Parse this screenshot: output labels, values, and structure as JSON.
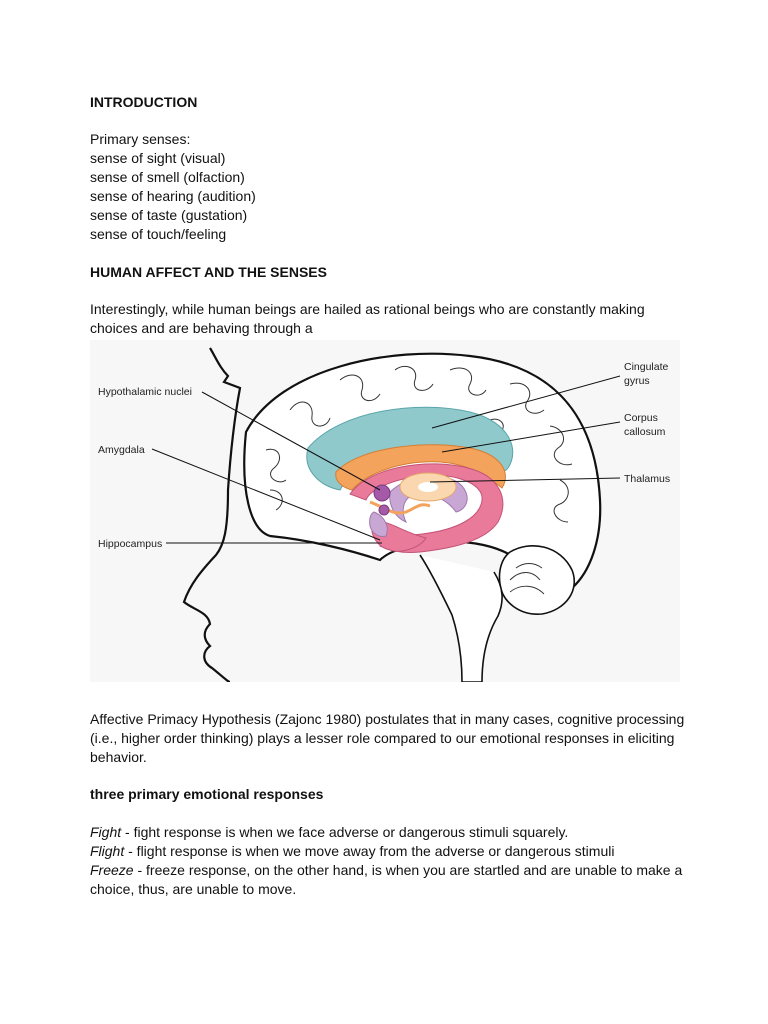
{
  "intro": {
    "heading": "INTRODUCTION",
    "senses_title": "Primary senses:",
    "senses": [
      "sense of sight (visual)",
      "sense of smell (olfaction)",
      "sense of hearing (audition)",
      "sense of taste (gustation)",
      "sense of touch/feeling"
    ]
  },
  "affect": {
    "heading": "HUMAN AFFECT AND THE SENSES",
    "para_lines": [
      "Interestingly, while human beings are hailed as rational beings who are constantly making",
      "choices and are behaving through a"
    ]
  },
  "figure": {
    "labels": {
      "hypothalamic": "Hypothalamic nuclei",
      "amygdala": "Amygdala",
      "hippocampus": "Hippocampus",
      "cingulate_1": "Cingulate",
      "cingulate_2": "gyrus",
      "corpus_1": "Corpus",
      "corpus_2": "callosum",
      "thalamus": "Thalamus"
    },
    "colors": {
      "cingulate": "#8fc9cc",
      "corpus": "#f3a35b",
      "limbic": "#e97a9a",
      "fornix": "#c9a7d4",
      "thalamus": "#fbd7b0",
      "amygdala": "#a55aa8"
    }
  },
  "hypothesis": {
    "lines": [
      "Affective Primacy Hypothesis (Zajonc 1980) postulates that in many cases, cognitive processing",
      "(i.e., higher order thinking) plays a lesser role compared to our emotional responses in eliciting",
      "behavior."
    ]
  },
  "responses": {
    "heading": "three primary emotional responses",
    "items": [
      {
        "term": "Fight",
        "text": " - fight response is when we face adverse or dangerous stimuli squarely."
      },
      {
        "term": "Flight",
        "text": " - flight response is when we move away from the adverse or dangerous stimuli"
      },
      {
        "term": "Freeze",
        "text": " - freeze response, on the other hand, is when you are startled and are unable to make a"
      }
    ],
    "continuation": "choice, thus, are unable to move."
  }
}
